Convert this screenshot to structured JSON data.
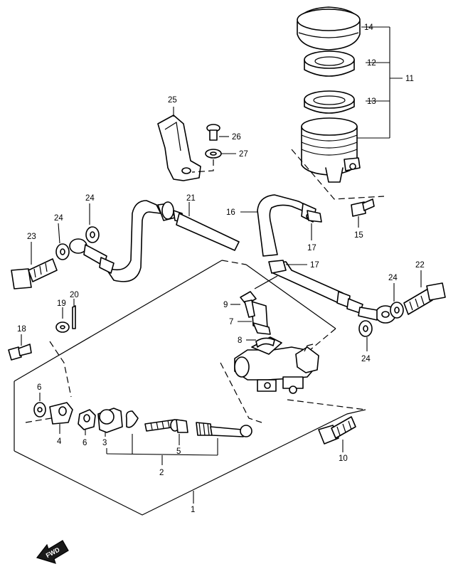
{
  "callouts": {
    "c1": "1",
    "c2": "2",
    "c3": "3",
    "c4": "4",
    "c5": "5",
    "c6a": "6",
    "c6b": "6",
    "c7": "7",
    "c8": "8",
    "c9": "9",
    "c10": "10",
    "c11": "11",
    "c12": "12",
    "c13": "13",
    "c14": "14",
    "c15": "15",
    "c16": "16",
    "c17a": "17",
    "c17b": "17",
    "c18": "18",
    "c19": "19",
    "c20": "20",
    "c21": "21",
    "c22": "22",
    "c23": "23",
    "c24a": "24",
    "c24b": "24",
    "c24c": "24",
    "c24d": "24",
    "c25": "25",
    "c26": "26",
    "c27": "27"
  },
  "fwd_label": "FWD"
}
